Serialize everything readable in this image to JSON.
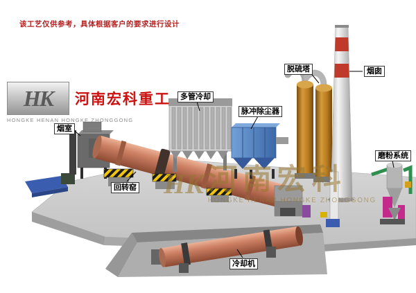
{
  "disclaimer": "该工艺仅供参考，具体根据客户的要求进行设计",
  "logo": {
    "monogram": "HK",
    "company_cn": "河南宏科重工",
    "company_en": "HONGKE HENAN HONGKE ZHONGGONG"
  },
  "watermark": {
    "monogram": "HK",
    "text_cn": "河南宏科",
    "text_en": "HONGKE HENAN HONGKE ZHONGGONG"
  },
  "labels": {
    "smoke_chamber": "烟室",
    "multi_tube_cooler": "多管冷却",
    "pulse_dust_collector": "脉冲除尘器",
    "desulfurization_tower": "脱硫塔",
    "chimney": "烟囱",
    "rotary_kiln": "回转窑",
    "cooling_machine": "冷却机",
    "grinding_system": "磨粉系统"
  },
  "colors": {
    "kiln_body": "#c97f5f",
    "dust_collector_blue": "#4a79b8",
    "desulfurization_tower_orange": "#b77a1f",
    "chimney_band_red": "#bf3a2b",
    "hazard_yellow": "#f2c50f",
    "disclaimer_red": "#b42222",
    "logo_red": "#cc1111",
    "watermark_tan": "#967632"
  }
}
